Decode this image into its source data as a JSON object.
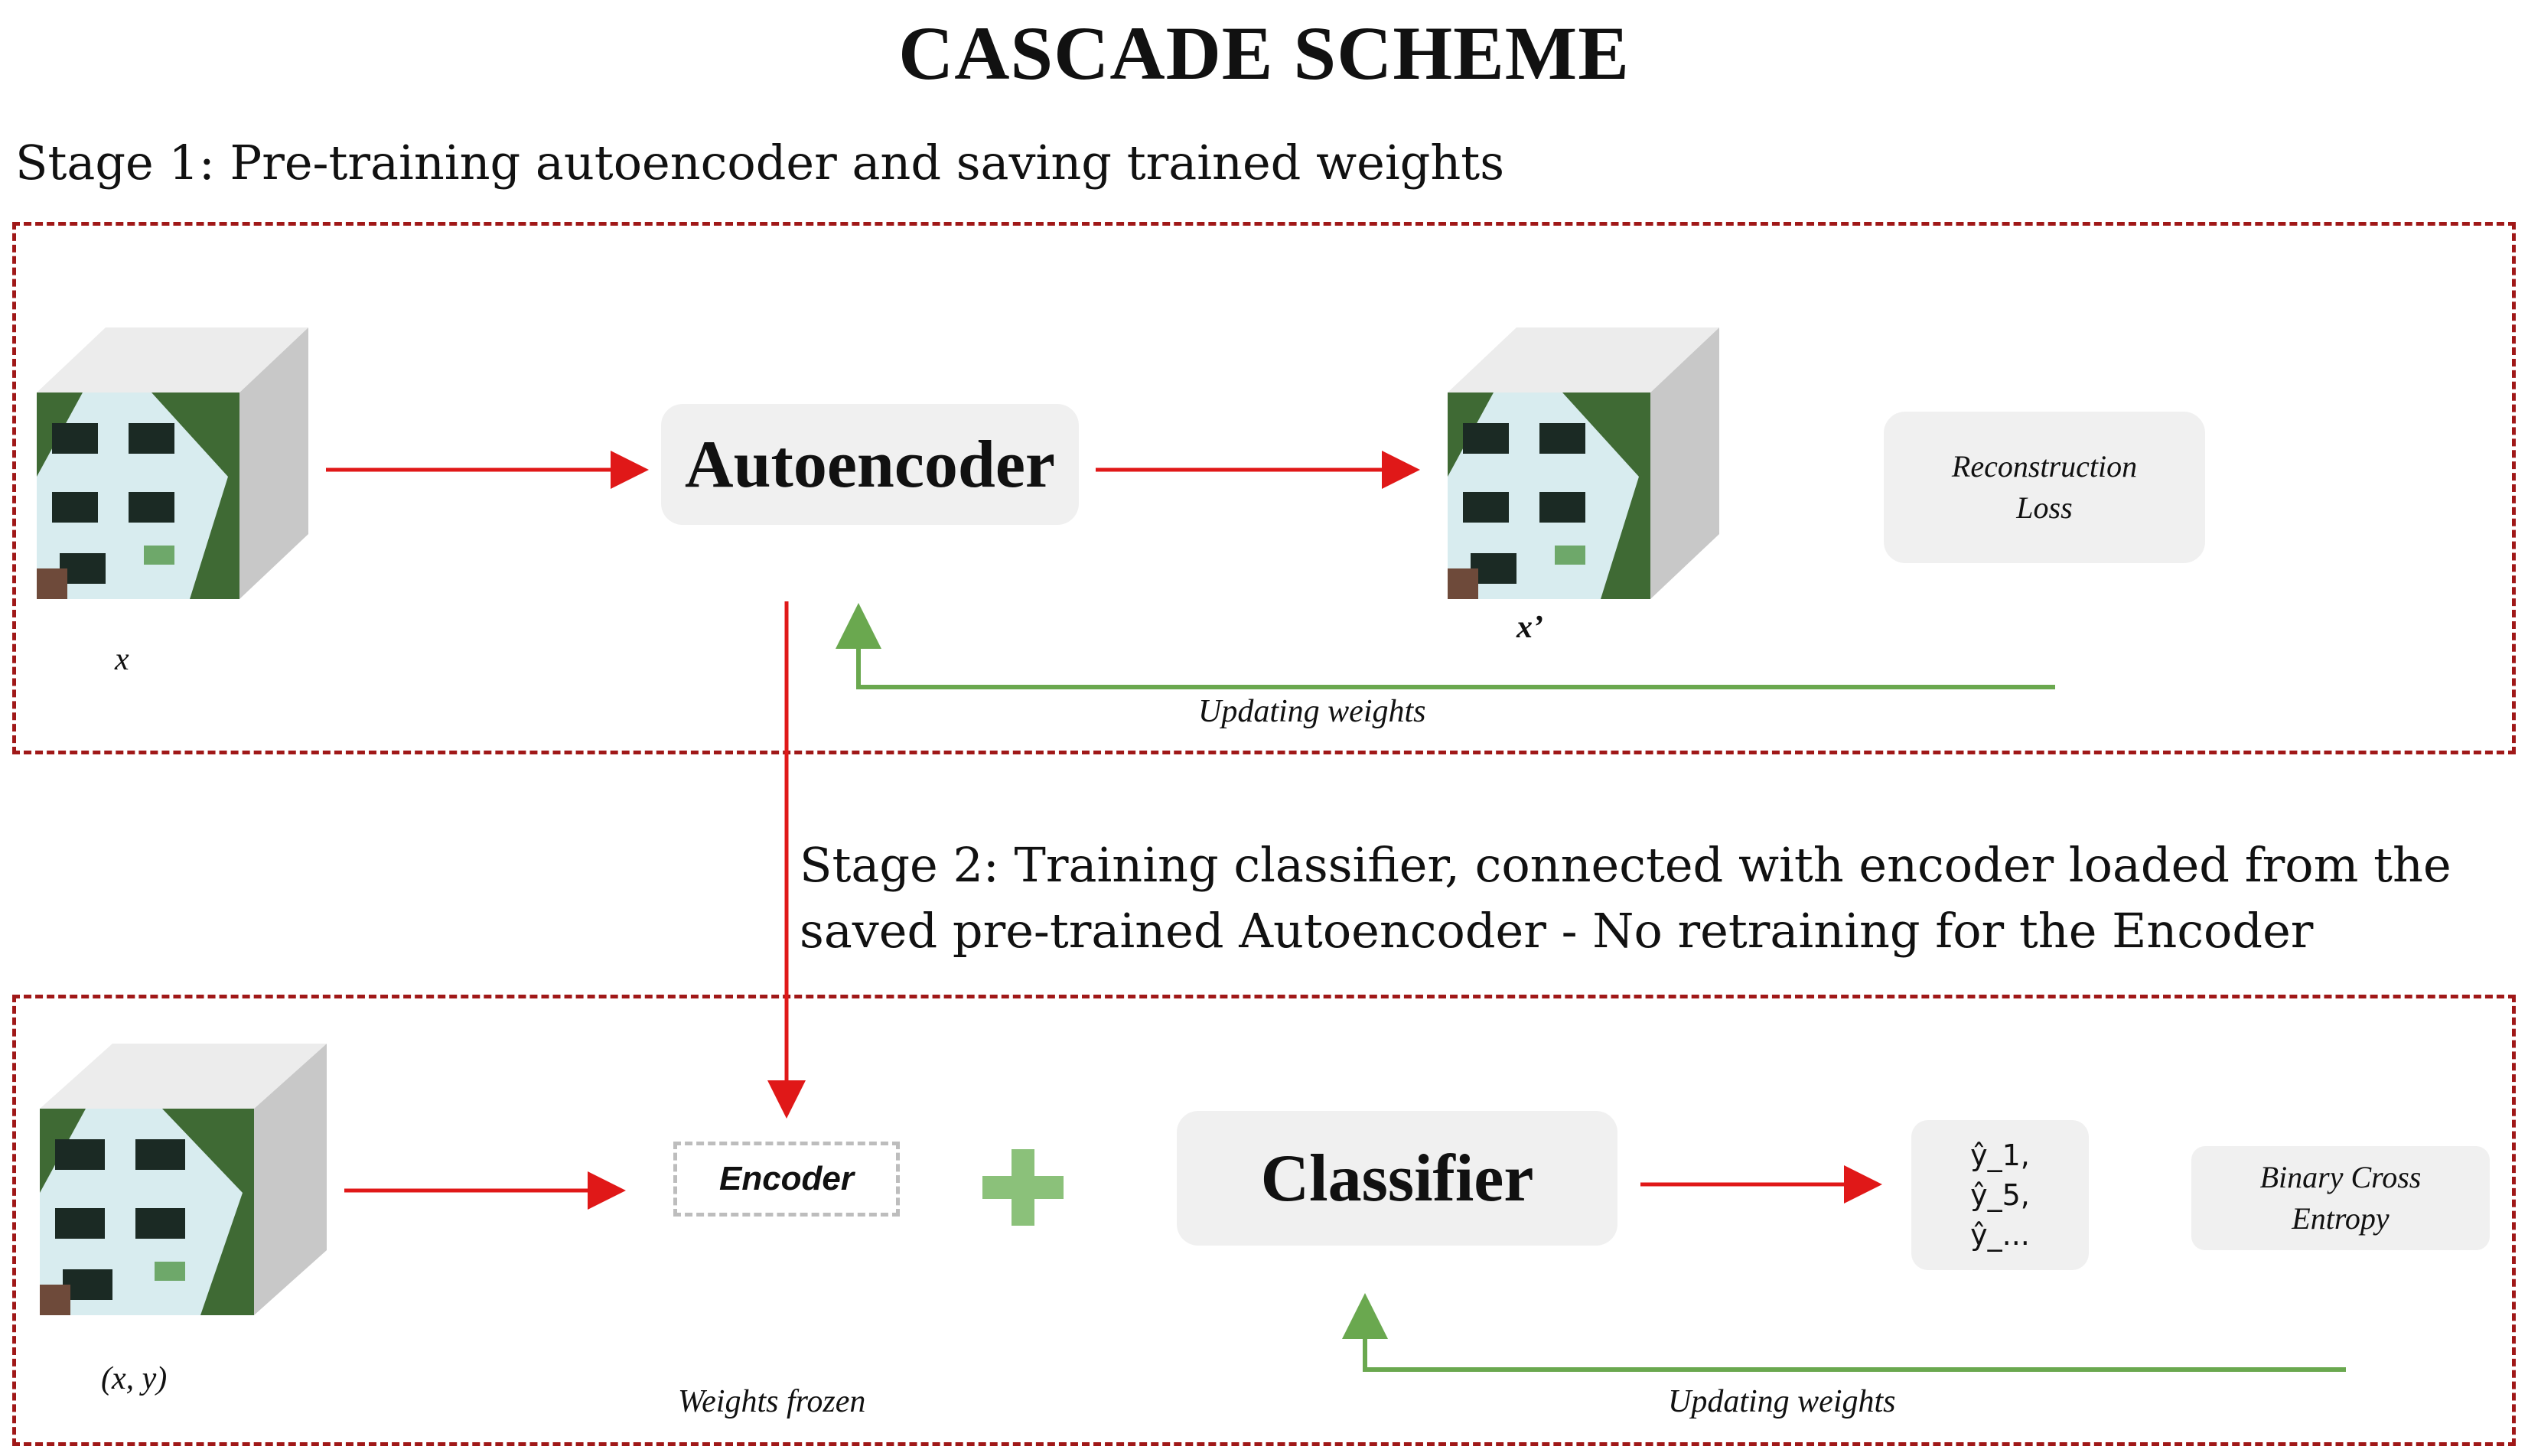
{
  "title": "CASCADE SCHEME",
  "stage1": {
    "heading": "Stage 1: Pre-training autoencoder and saving trained weights",
    "input_label": "x",
    "model_label": "Autoencoder",
    "output_label": "x’",
    "loss_label_line1": "Reconstruction",
    "loss_label_line2": "Loss",
    "feedback_label": "Updating weights"
  },
  "stage2": {
    "heading_line1": "Stage 2: Training classifier, connected with encoder loaded from the",
    "heading_line2": "saved pre-trained Autoencoder - No retraining for the Encoder",
    "input_label": "(x, y)",
    "encoder_label": "Encoder",
    "encoder_caption": "Weights frozen",
    "classifier_label": "Classifier",
    "outputs": [
      "ŷ_1,",
      "ŷ_5,",
      "ŷ_..."
    ],
    "loss_label_line1": "Binary Cross",
    "loss_label_line2": "Entropy",
    "feedback_label": "Updating weights"
  },
  "colors": {
    "frame": "#a01818",
    "forward_arrow": "#e01818",
    "feedback_arrow": "#6aa84f",
    "plus": "#8bc17a",
    "box": "#f0f0f0"
  },
  "icons": [
    "data-cube-icon",
    "plus-icon",
    "arrow-icon"
  ]
}
